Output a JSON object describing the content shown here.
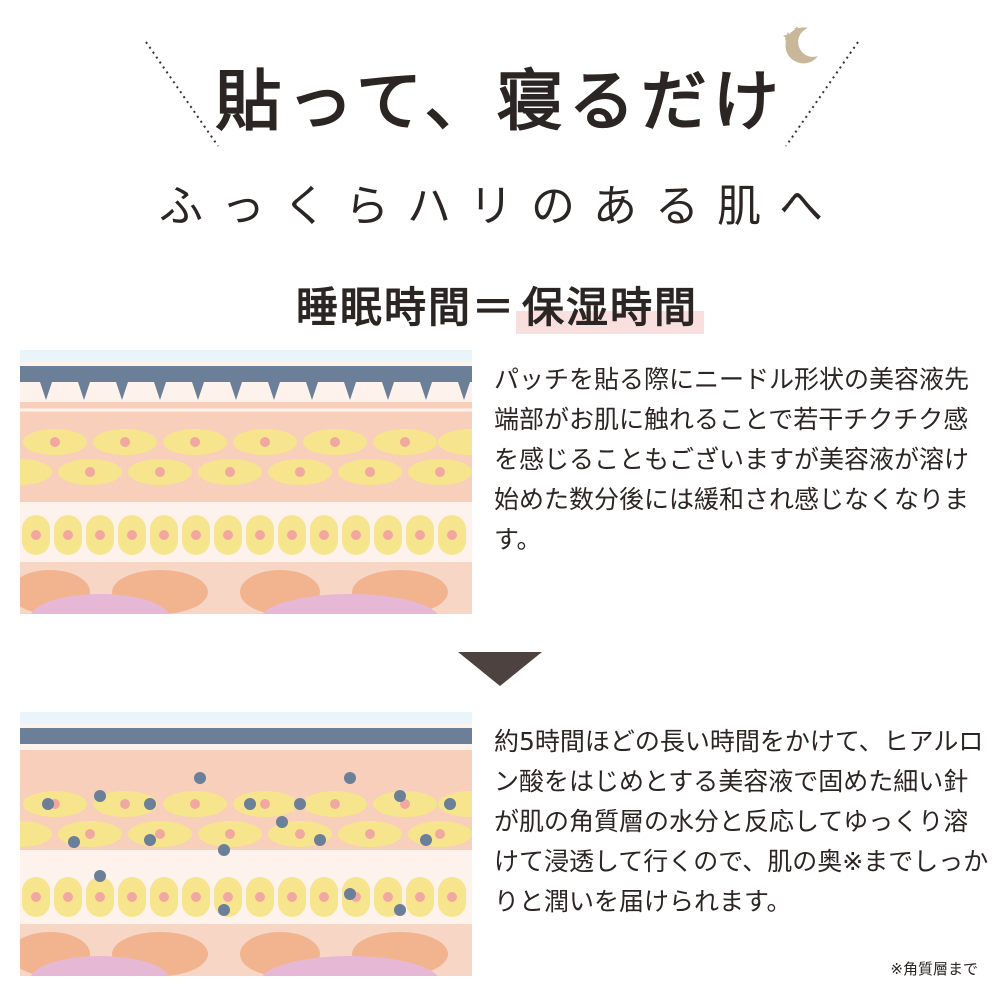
{
  "header": {
    "headline": "貼って、寝るだけ",
    "subline": "ふっくらハリのある肌へ"
  },
  "equation": {
    "left": "睡眠時間＝",
    "right": "保湿時間"
  },
  "steps": [
    {
      "text": "パッチを貼る際にニードル形状の美容液先端部がお肌に触れることで若干チクチク感を感じることもございますが美容液が溶け始めた数分後には緩和され感じなくなります。"
    },
    {
      "text": "約5時間ほどの長い時間をかけて、ヒアルロン酸をはじめとする美容液で固めた細い針が肌の角質層の水分と反応してゆっくり溶けて浸透して行くので、肌の奥※までしっかりと潤いを届けられます。"
    }
  ],
  "footnote": "※角質層まで",
  "icons": {
    "moon": "crescent-moon-with-stars-icon",
    "arrow": "down-triangle-arrow-icon"
  },
  "colors": {
    "needle": "#6b7f99",
    "skin": "#f7cfba",
    "yellow_cell": "#f6e58c",
    "cell_nucleus": "#f0a8a0",
    "pink_layer": "#e7b7d6",
    "text": "#2b2523",
    "highlight": "#f9dfde"
  }
}
